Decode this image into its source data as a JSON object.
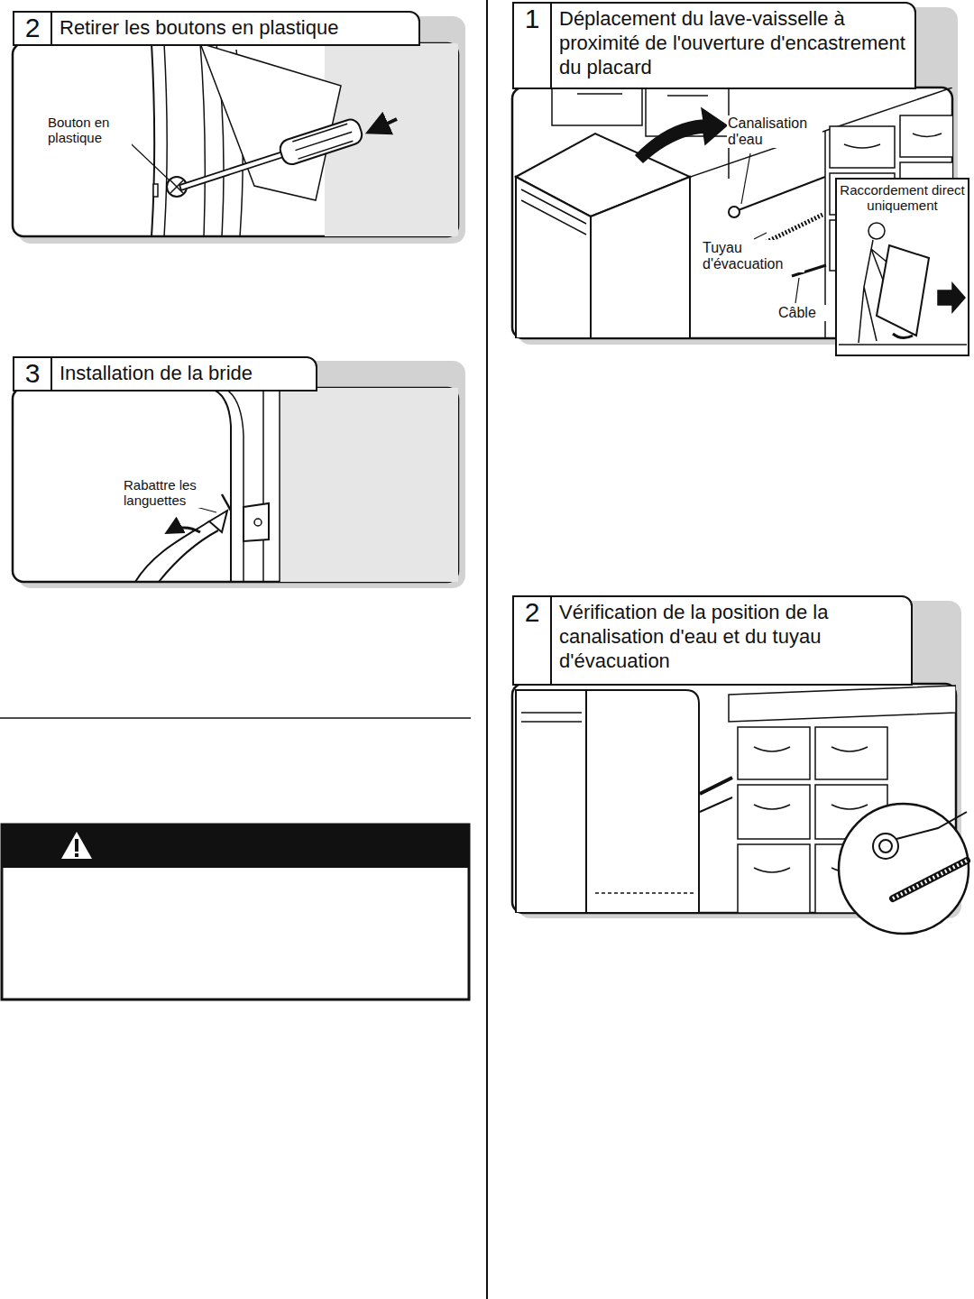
{
  "diagram": {
    "nodes": [
      {
        "text": [
          "2",
          "Retirer les boutons en plastique"
        ]
      },
      {
        "text": [
          "3",
          "Installation de la bride"
        ]
      },
      {
        "text": [
          "1",
          "Déplacement du lave-vaisselle à proximité de l'ouverture d'encastrement du placard"
        ]
      },
      {
        "text": [
          "2",
          "Vérification de la position de la canalisation d'eau et du tuyau d'évacuation"
        ]
      },
      {
        "text": [
          "Raccordement direct uniquement"
        ]
      }
    ],
    "edges": [],
    "labels": [
      "Bouton en plastique",
      "Rabattre les languettes",
      "Canalisation d'eau",
      "Tuyau d'évacuation",
      "Câble"
    ]
  }
}
